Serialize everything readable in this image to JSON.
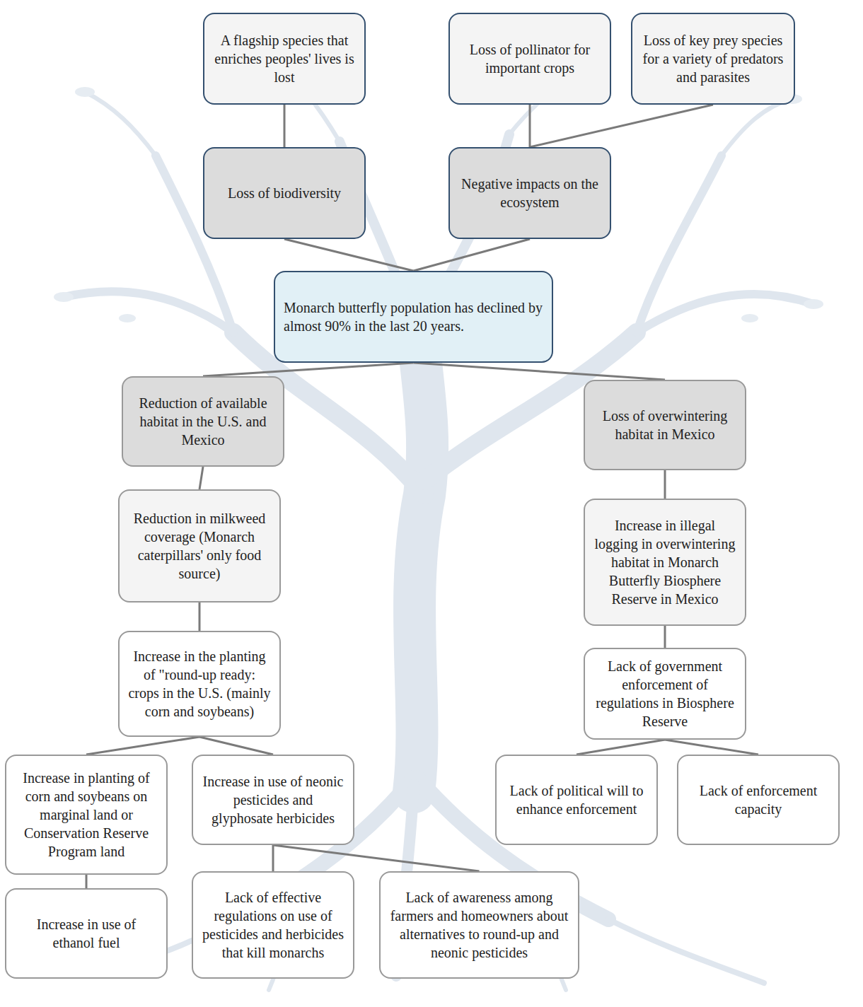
{
  "diagram": {
    "nodes": [
      {
        "text": [
          "A flagship species that enriches peoples' lives is lost"
        ]
      },
      {
        "text": [
          "Loss of pollinator for important crops"
        ]
      },
      {
        "text": [
          "Loss of key prey species for a variety of predators and parasites"
        ]
      },
      {
        "text": [
          "Loss of biodiversity"
        ]
      },
      {
        "text": [
          "Negative impacts on the ecosystem"
        ]
      },
      {
        "text": [
          "Monarch butterfly population has declined by almost 90% in the last 20 years."
        ]
      },
      {
        "text": [
          "Reduction of available habitat in the U.S. and Mexico"
        ]
      },
      {
        "text": [
          "Loss of overwintering habitat in Mexico"
        ]
      },
      {
        "text": [
          "Reduction in milkweed coverage (Monarch caterpillars' only food source)"
        ]
      },
      {
        "text": [
          "Increase in illegal logging in overwintering habitat in Monarch Butterfly Biosphere Reserve in Mexico"
        ]
      },
      {
        "text": [
          "Increase in the planting of \"round-up ready: crops in the U.S. (mainly corn and soybeans)"
        ]
      },
      {
        "text": [
          "Lack of government enforcement of regulations in Biosphere Reserve"
        ]
      },
      {
        "text": [
          "Increase in planting of corn and soybeans on marginal land or Conservation Reserve Program land"
        ]
      },
      {
        "text": [
          "Increase in use of neonic pesticides and glyphosate herbicides"
        ]
      },
      {
        "text": [
          "Lack of political will to enhance enforcement"
        ]
      },
      {
        "text": [
          "Lack of enforcement capacity"
        ]
      },
      {
        "text": [
          "Increase in use of ethanol fuel"
        ]
      },
      {
        "text": [
          "Lack of effective regulations on use of pesticides and herbicides that kill monarchs"
        ]
      },
      {
        "text": [
          "Lack of awareness among farmers and homeowners about alternatives to round-up and neonic pesticides"
        ]
      }
    ],
    "edges": [
      {
        "from": 0,
        "to": 3,
        "arrow": "none"
      },
      {
        "from": 1,
        "to": 4,
        "arrow": "none"
      },
      {
        "from": 2,
        "to": 4,
        "arrow": "none"
      },
      {
        "from": 3,
        "to": 5,
        "arrow": "none"
      },
      {
        "from": 4,
        "to": 5,
        "arrow": "none"
      },
      {
        "from": 5,
        "to": 6,
        "arrow": "none"
      },
      {
        "from": 5,
        "to": 7,
        "arrow": "none"
      },
      {
        "from": 6,
        "to": 8,
        "arrow": "none"
      },
      {
        "from": 7,
        "to": 9,
        "arrow": "none"
      },
      {
        "from": 8,
        "to": 10,
        "arrow": "none"
      },
      {
        "from": 9,
        "to": 11,
        "arrow": "none"
      },
      {
        "from": 10,
        "to": 12,
        "arrow": "none"
      },
      {
        "from": 10,
        "to": 13,
        "arrow": "none"
      },
      {
        "from": 11,
        "to": 14,
        "arrow": "none"
      },
      {
        "from": 11,
        "to": 15,
        "arrow": "none"
      },
      {
        "from": 12,
        "to": 16,
        "arrow": "none"
      },
      {
        "from": 13,
        "to": 17,
        "arrow": "none"
      },
      {
        "from": 13,
        "to": 18,
        "arrow": "none"
      }
    ]
  }
}
